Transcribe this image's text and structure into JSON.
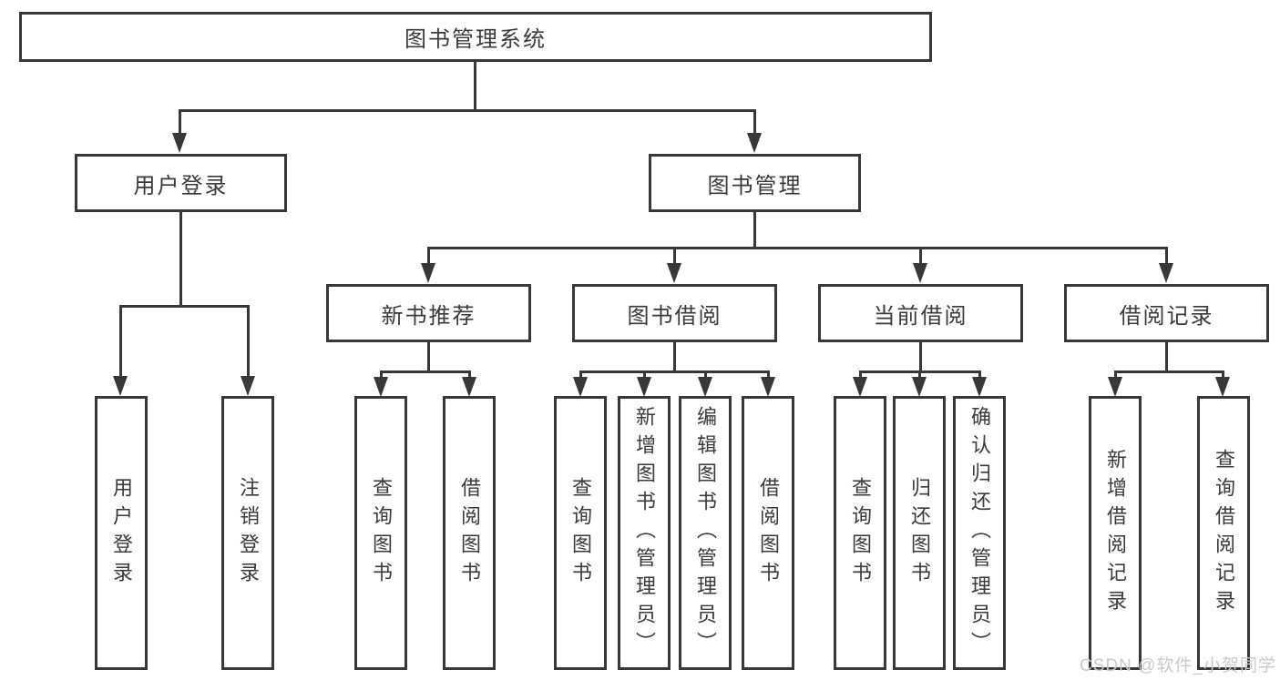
{
  "nodes": {
    "root": "图书管理系统",
    "user_login": "用户登录",
    "book_management": "图书管理",
    "new_book_recommend": "新书推荐",
    "book_borrow": "图书借阅",
    "current_borrow": "当前借阅",
    "borrow_records": "借阅记录",
    "leaf_user_login": "用户登录",
    "leaf_logout": "注销登录",
    "leaf_query_book_a": "查询图书",
    "leaf_borrow_book_a": "借阅图书",
    "leaf_query_book_b": "查询图书",
    "leaf_add_book": "新增图书（管理员）",
    "leaf_edit_book": "编辑图书（管理员）",
    "leaf_borrow_book_b": "借阅图书",
    "leaf_query_book_c": "查询图书",
    "leaf_return_book": "归还图书",
    "leaf_confirm_return": "确认归还（管理员）",
    "leaf_add_record": "新增借阅记录",
    "leaf_query_record": "查询借阅记录"
  },
  "watermark": "CSDN @软件_小贺同学",
  "colors": {
    "line": "#383838",
    "box_background": "#ffffff",
    "text": "#3a3a3a",
    "watermark": "#cbcbcb"
  }
}
